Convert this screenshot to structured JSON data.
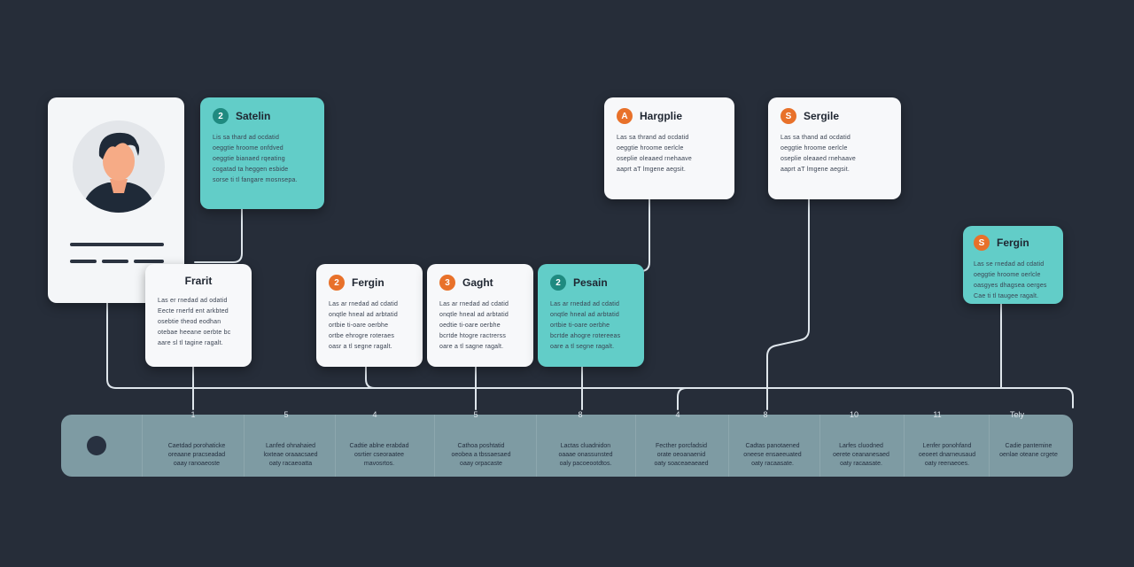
{
  "colors": {
    "background": "#262d39",
    "teal_card": "#62cdc8",
    "white_card": "#f7f8fa",
    "orange_badge": "#e8712a",
    "teal_badge": "#1f8a80",
    "bar": "#7e9ba3",
    "connector": "#dfe6ec"
  },
  "profile": {
    "avatar_icon": "person-avatar-icon"
  },
  "cards": [
    {
      "id": "satelin",
      "title": "Satelin",
      "badge": "2",
      "badge_color": "teal",
      "style": "teal",
      "lines": [
        "Lis sa thard ad ocdatid",
        "oeggtie hroome onfdved",
        "oeggtie bianaed rqeating",
        "cogatad ta heggen esbide",
        "sorse ti tl fangare mosnsepa."
      ]
    },
    {
      "id": "frarit",
      "title": "Frarit",
      "badge": "",
      "badge_color": "none",
      "style": "white",
      "lines": [
        "Las er rnedad ad odatid",
        "Eecte rnerfd ent arkbted",
        "osebtie theod eodhan",
        "otebae heeane oerbte bc",
        "aare sl tl tagine ragalt."
      ]
    },
    {
      "id": "fergin-1",
      "title": "Fergin",
      "badge": "2",
      "badge_color": "orange",
      "style": "white",
      "lines": [
        "Las ar rnedad ad cdatid",
        "onqtle hneal ad arbtatid",
        "ortbie ti-oare oerbhe",
        "ortbe ehrogre roteraes",
        "oasr a tl segne ragalt."
      ]
    },
    {
      "id": "gaght",
      "title": "Gaght",
      "badge": "3",
      "badge_color": "orange",
      "style": "white",
      "lines": [
        "Las ar rnedad ad cdatid",
        "onqtle hneal ad arbtatid",
        "oedtie ti-oare oerbhe",
        "bcrtde htogre ractrerss",
        "oare a tl sagne ragalt."
      ]
    },
    {
      "id": "pesain",
      "title": "Pesain",
      "badge": "2",
      "badge_color": "teal",
      "style": "teal",
      "lines": [
        "Las ar rnedad ad cdatid",
        "onqtle hneal ad arbtatid",
        "ortbie ti-oare oerbhe",
        "bcrtde ahogre rotereeas",
        "oare a tl segne ragalt."
      ]
    },
    {
      "id": "hargplie",
      "title": "Hargplie",
      "badge": "A",
      "badge_color": "orange",
      "style": "white",
      "lines": [
        "Las sa thrand ad ocdatid",
        "oeggtie hroome oerlcle",
        "oseplie oleaaed rnehaave",
        "aaprt aT lmgene aegsit."
      ]
    },
    {
      "id": "sergile",
      "title": "Sergile",
      "badge": "S",
      "badge_color": "orange",
      "style": "white",
      "lines": [
        "Las sa thand ad ocdatid",
        "oeggtie hroome oerlcle",
        "oseplie oleaaed rnehaave",
        "aaprt aT lmgene aegsit."
      ]
    },
    {
      "id": "fergin-2",
      "title": "Fergin",
      "badge": "S",
      "badge_color": "orange",
      "style": "teal",
      "lines": [
        "Las se rnedad ad cdatid",
        "oeggtie hroome oerlcle",
        "oasgyes dhagsea oerges",
        "Cae ti tl taugee ragalt."
      ]
    }
  ],
  "timeline": {
    "ticks": [
      "1",
      "5",
      "4",
      "5",
      "8",
      "4",
      "8",
      "10",
      "11",
      "Tely"
    ],
    "segments": [
      {
        "l1": "Caetdad porohaticke",
        "l2": "oreaane pracseadad",
        "l3": "oaay ranoaeoste"
      },
      {
        "l1": "Lanfed ohnahaied",
        "l2": "loxteae oraaacsaed",
        "l3": "oaty racaeoatta"
      },
      {
        "l1": "Cadtie ablne erabdad",
        "l2": "osrtier cseoraatee",
        "l3": "mavosrtos."
      },
      {
        "l1": "Cathoa poshtatid",
        "l2": "oeobea a tbssaesaed",
        "l3": "oaay orpacaste"
      },
      {
        "l1": "Lactas cluadnidon",
        "l2": "oaaae onassunsted",
        "l3": "oaly pacoeootdtos."
      },
      {
        "l1": "Fecther porcfadsid",
        "l2": "orate oeoanaenid",
        "l3": "oaty soaceaeaeaed"
      },
      {
        "l1": "Cadtas panotaened",
        "l2": "oneese ensaeeuated",
        "l3": "oaty racaasate."
      },
      {
        "l1": "Larfes cluodned",
        "l2": "oerete ceananesaed",
        "l3": "oaty racaasate."
      },
      {
        "l1": "Lenfer ponohfand",
        "l2": "oeoeet dnarneusaud",
        "l3": "oaty reenaeoes."
      },
      {
        "l1": "Cadie pantemine",
        "l2": "oenlae oteane crgete",
        "l3": ""
      }
    ]
  }
}
